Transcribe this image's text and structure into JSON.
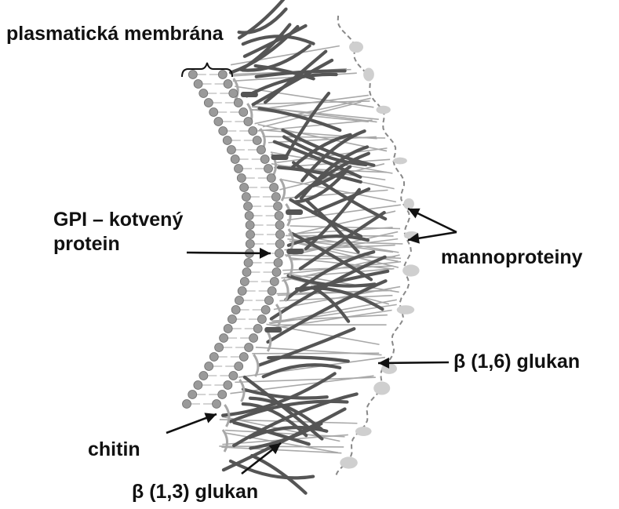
{
  "labels": {
    "membrane": "plasmatická membrána",
    "gpi_line1": "GPI – kotvený",
    "gpi_line2": "protein",
    "mannoproteins": "mannoproteiny",
    "beta16": "β (1,6) glukan",
    "chitin": "chitin",
    "beta13": "β (1,3) glukan"
  },
  "colors": {
    "background": "#ffffff",
    "text": "#111111",
    "lipid_head": "#9a9a9a",
    "lipid_tail": "#aaaaaa",
    "glucan_dark": "#555555",
    "glucan_light": "#a8a8a8",
    "mannoprotein": "#cfcfcf",
    "arrow": "#111111"
  }
}
